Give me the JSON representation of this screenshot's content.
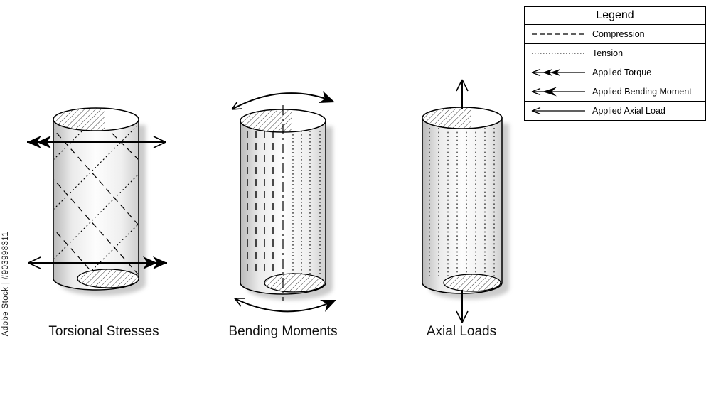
{
  "watermark": {
    "text": "Adobe Stock | #903998311"
  },
  "figures": [
    {
      "label": "Torsional Stresses"
    },
    {
      "label": "Bending Moments"
    },
    {
      "label": "Axial Loads"
    }
  ],
  "legend": {
    "title": "Legend",
    "items": [
      {
        "label": "Compression",
        "symbol": "dashed-line"
      },
      {
        "label": "Tension",
        "symbol": "dotted-line"
      },
      {
        "label": "Applied Torque",
        "symbol": "torque-arrow"
      },
      {
        "label": "Applied Bending Moment",
        "symbol": "bending-moment-arrow"
      },
      {
        "label": "Applied Axial Load",
        "symbol": "axial-load-arrow"
      }
    ]
  },
  "colors": {
    "ink": "#000000",
    "background": "#ffffff",
    "shadow": "#999999"
  }
}
